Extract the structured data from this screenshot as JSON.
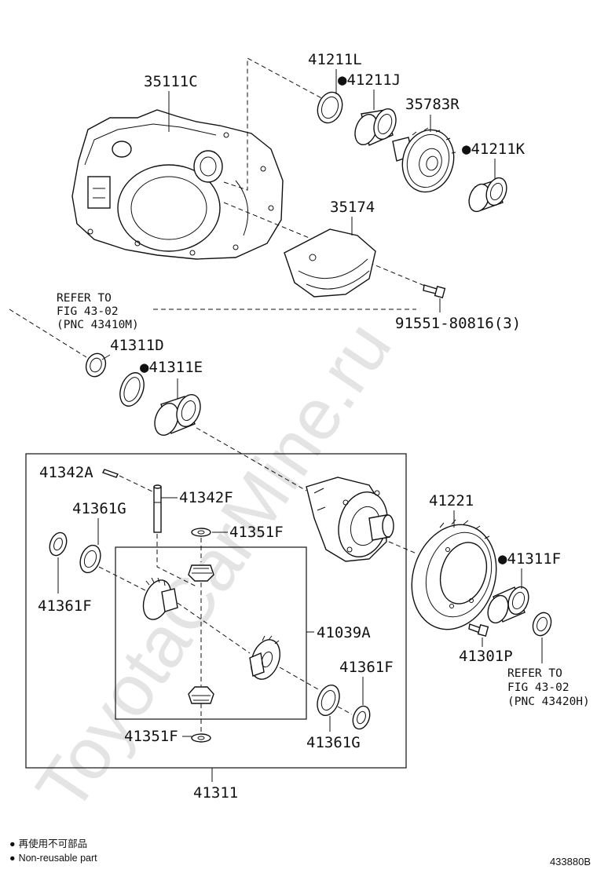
{
  "watermark": "ToyotaCarMine.ru",
  "figure_number": "433880B",
  "legend": [
    {
      "symbol": "●",
      "text": "再使用不可部品"
    },
    {
      "symbol": "●",
      "text": "Non-reusable part"
    }
  ],
  "labels": {
    "p35111C": "35111C",
    "p41211L": "41211L",
    "p41211J": "●41211J",
    "p35783R": "35783R",
    "p41211K": "●41211K",
    "p35174": "35174",
    "p91551": "91551-80816(3)",
    "p41311D": "41311D",
    "p41311E": "●41311E",
    "p41342A": "41342A",
    "p41342F": "41342F",
    "p41361G_top": "41361G",
    "p41351F_top": "41351F",
    "p41361F_left": "41361F",
    "p41039A": "41039A",
    "p41361F_right": "41361F",
    "p41351F_bottom": "41351F",
    "p41361G_bottom": "41361G",
    "p41311": "41311",
    "p41221": "41221",
    "p41311F": "●41311F",
    "p41301P": "41301P"
  },
  "references": {
    "left": [
      "REFER TO",
      "FIG 43-02",
      "(PNC 43410M)"
    ],
    "right": [
      "REFER TO",
      "FIG 43-02",
      "(PNC 43420H)"
    ]
  }
}
